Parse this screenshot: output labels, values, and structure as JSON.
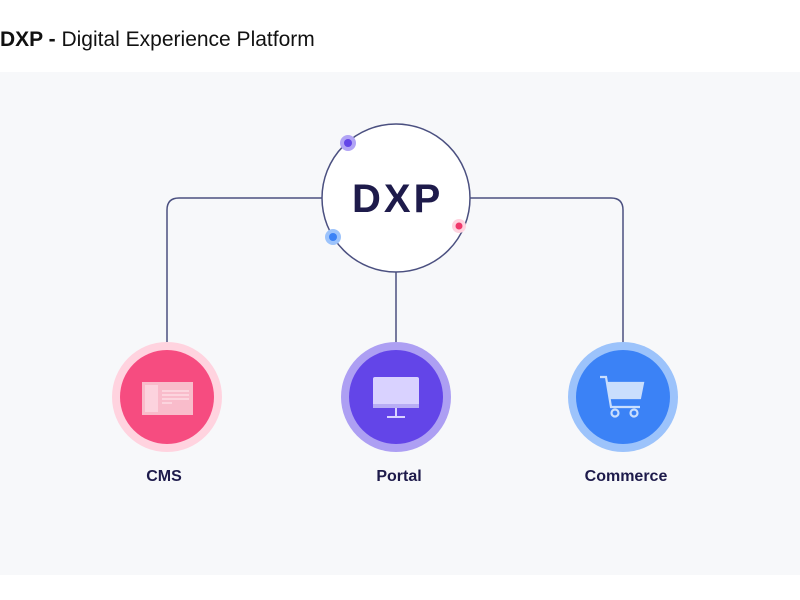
{
  "header": {
    "title_bold": "DXP -",
    "title_rest": " Digital Experience Platform"
  },
  "hub": {
    "label": "DXP"
  },
  "nodes": [
    {
      "label": "CMS",
      "icon": "document-icon",
      "color": "#f64c80",
      "ring": "#ffd3df"
    },
    {
      "label": "Portal",
      "icon": "monitor-icon",
      "color": "#6345e8",
      "ring": "#ad9ff3"
    },
    {
      "label": "Commerce",
      "icon": "cart-icon",
      "color": "#3b82f6",
      "ring": "#9cc3fb"
    }
  ]
}
